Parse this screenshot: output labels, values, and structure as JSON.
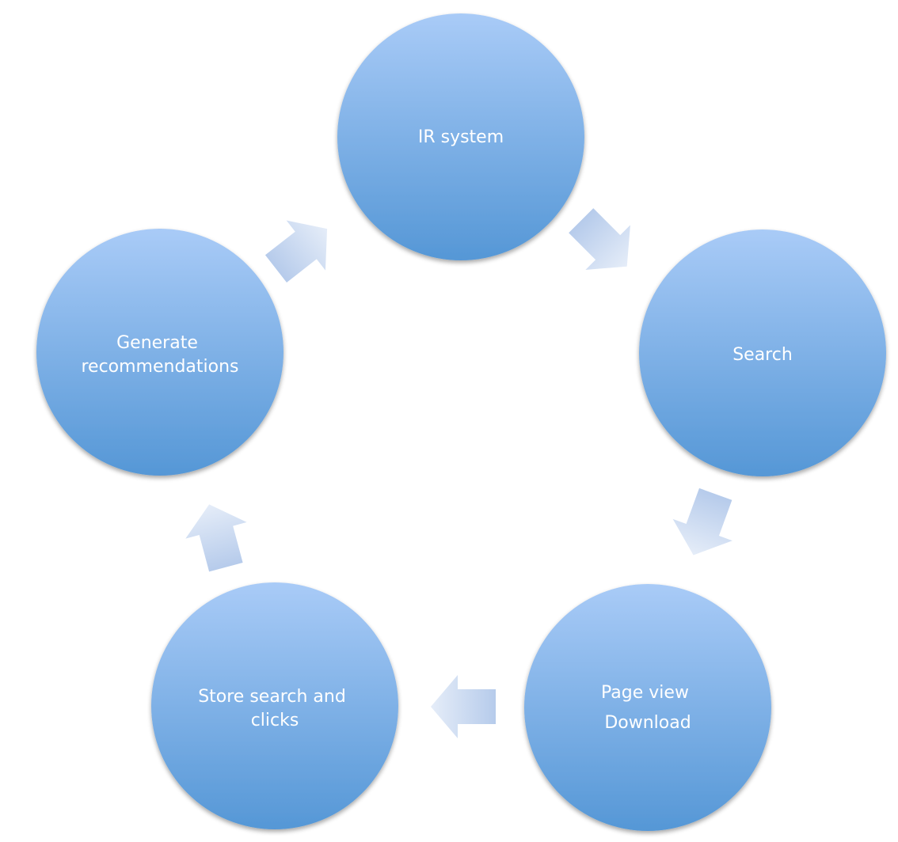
{
  "diagram": {
    "type": "cycle",
    "nodes": [
      {
        "id": "ir-system",
        "lines": [
          "IR system"
        ]
      },
      {
        "id": "search",
        "lines": [
          "Search"
        ]
      },
      {
        "id": "page-view-download",
        "lines": [
          "Page view",
          "Download"
        ]
      },
      {
        "id": "store-search-clicks",
        "lines": [
          "Store search and",
          "clicks"
        ]
      },
      {
        "id": "generate-recommendations",
        "lines": [
          "Generate",
          "recommendations"
        ]
      }
    ],
    "edges": [
      {
        "from": "ir-system",
        "to": "search"
      },
      {
        "from": "search",
        "to": "page-view-download"
      },
      {
        "from": "page-view-download",
        "to": "store-search-clicks"
      },
      {
        "from": "store-search-clicks",
        "to": "generate-recommendations"
      },
      {
        "from": "generate-recommendations",
        "to": "ir-system"
      }
    ],
    "colors": {
      "node_top": "#a9cbf7",
      "node_bottom": "#5597d6",
      "arrow_light": "#e4ecf8",
      "arrow_dark": "#b6cbeb",
      "label": "#ffffff"
    }
  }
}
